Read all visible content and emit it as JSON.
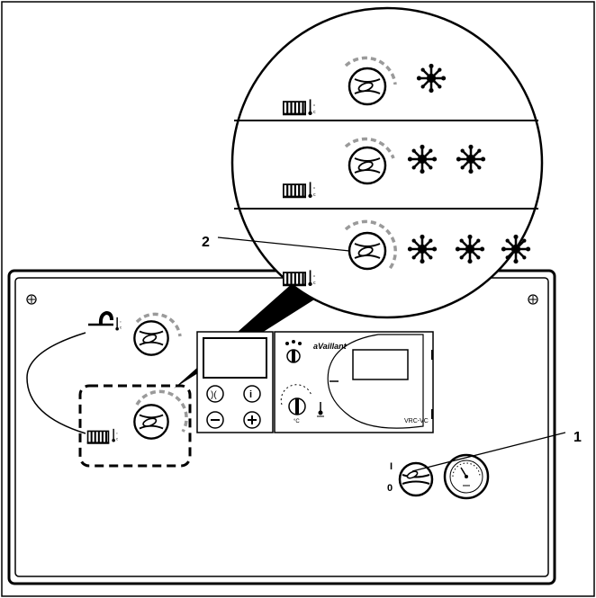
{
  "callouts": {
    "label_1": "1",
    "label_2": "2"
  },
  "panel": {
    "brand_text": "aVaillant",
    "module_label": "VRC-VC",
    "switch_on": "I",
    "switch_off": "0",
    "temp_unit": "°C"
  },
  "colors": {
    "stroke": "#000000",
    "dash_grey": "#9a9a9a",
    "background": "#ffffff"
  },
  "icons": {
    "faucet": "faucet-icon",
    "radiator": "radiator-icon",
    "snowflake": "snowflake-icon",
    "info": "info-icon",
    "minus": "minus-icon",
    "plus": "plus-icon",
    "screw": "screw-icon",
    "thermometer": "thermometer-icon"
  },
  "zoom_levels": [
    {
      "snowflakes": 1
    },
    {
      "snowflakes": 2
    },
    {
      "snowflakes": 3
    }
  ]
}
